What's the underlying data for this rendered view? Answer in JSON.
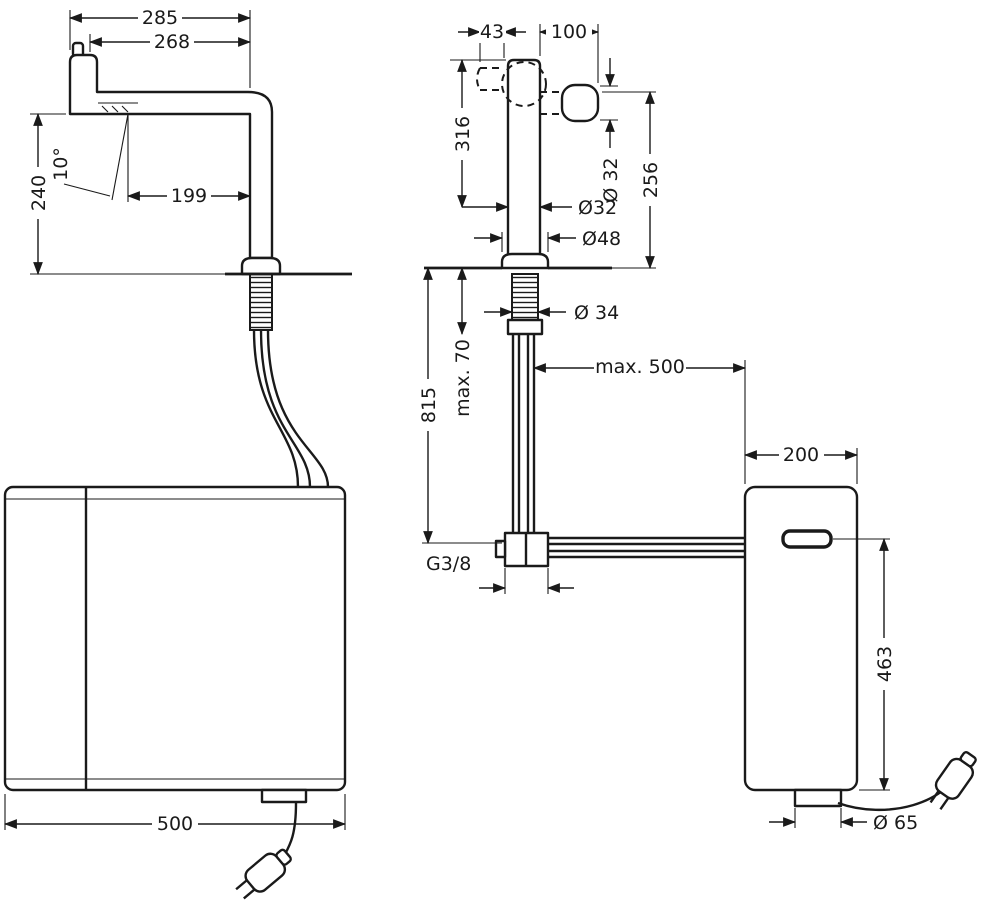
{
  "colors": {
    "line": "#1a1a1a",
    "background": "#ffffff"
  },
  "left_view": {
    "dim_reach_full": "285",
    "dim_reach": "268",
    "dim_height": "240",
    "dim_angle": "10°",
    "dim_depth": "199",
    "dim_unit_width": "500"
  },
  "right_view": {
    "dim_offset": "43",
    "dim_handle_length": "100",
    "dim_spout_height": "316",
    "dim_handle_dia": "Ø 32",
    "dim_handle_height": "256",
    "dim_body_dia": "Ø32",
    "dim_base_dia": "Ø48",
    "dim_shank_dia": "Ø 34",
    "dim_counter_thickness": "max. 70",
    "dim_hose_length": "815",
    "dim_unit_distance": "max. 500",
    "dim_unit_width": "200",
    "dim_thread": "G3/8",
    "dim_unit_height": "463",
    "dim_outlet_dia": "Ø 65"
  }
}
